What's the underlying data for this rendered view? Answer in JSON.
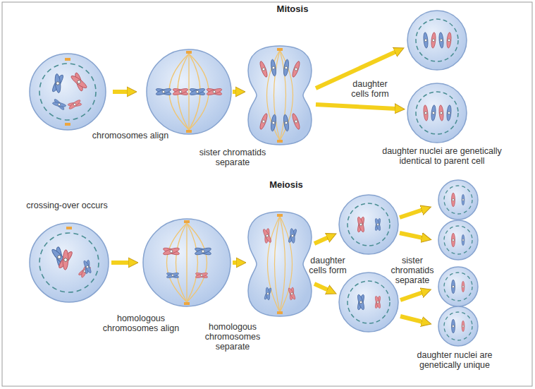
{
  "diagram": {
    "labels": [
      "Mitosis",
      "chromosomes align",
      "sister chromatids separate",
      "daughter cells form",
      "daughter nuclei are genetically identical to parent cell",
      "Meiosis",
      "crossing-over occurs",
      "homologous chromosomes align",
      "homologous chromosomes separate",
      "daughter cells form",
      "sister chromatids separate",
      "daughter nuclei are genetically unique"
    ]
  }
}
